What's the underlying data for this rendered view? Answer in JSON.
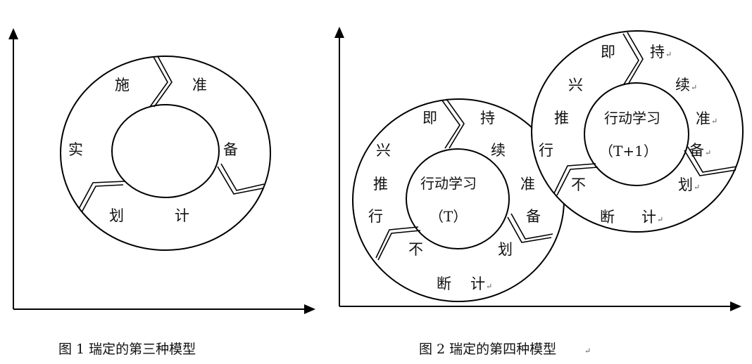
{
  "figure1": {
    "caption": "图 1 瑞定的第三种模型",
    "ring_labels": {
      "shi": "施",
      "zhun": "准",
      "bei": "备",
      "ji": "计",
      "hua": "划",
      "shi2": "实"
    }
  },
  "figure2": {
    "caption": "图 2 瑞定的第四种模型",
    "circle_t": {
      "center_title": "行动学习",
      "center_sub": "（T）",
      "ring_labels": {
        "ji": "即",
        "chi": "持",
        "xu": "续",
        "zhun": "准",
        "bei": "备",
        "hua": "划",
        "ji2": "计",
        "duan": "断",
        "bu": "不",
        "xing": "行",
        "tui": "推",
        "xing2": "兴"
      }
    },
    "circle_t1": {
      "center_title": "行动学习",
      "center_sub": "（T+1）",
      "ring_labels": {
        "ji": "即",
        "chi": "持",
        "xu": "续",
        "zhun": "准",
        "bei": "备",
        "hua": "划",
        "ji2": "计",
        "duan": "断",
        "bu": "不",
        "xing": "行",
        "tui": "推",
        "xing2": "兴"
      }
    }
  },
  "para_mark": "↵"
}
